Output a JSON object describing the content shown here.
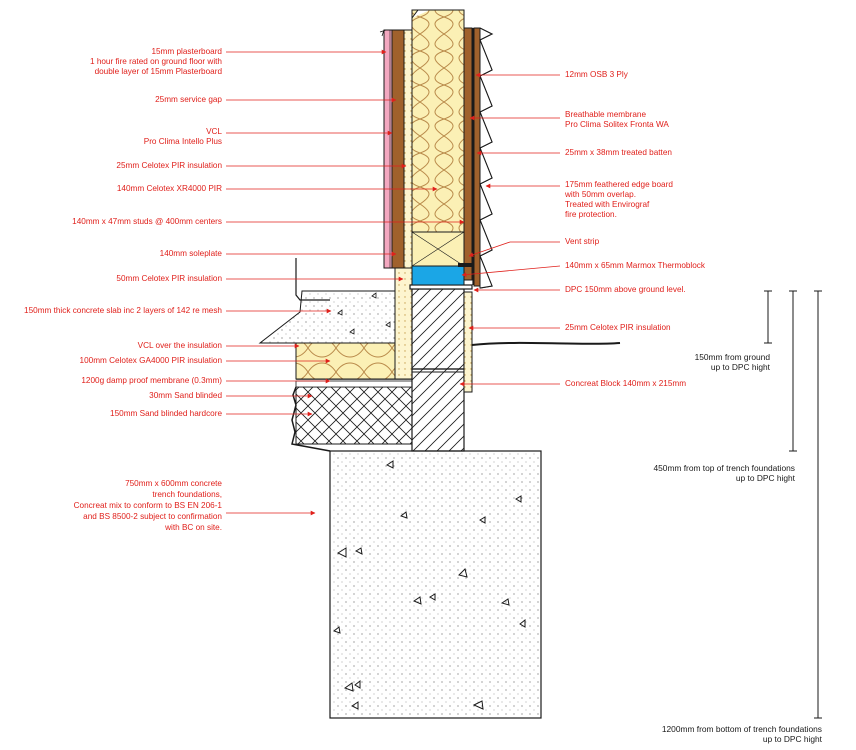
{
  "labels_left": [
    {
      "id": "plasterboard",
      "lines": [
        "15mm plasterboard",
        "1 hour fire rated on ground floor with",
        "double layer of 15mm Plasterboard"
      ]
    },
    {
      "id": "service_gap",
      "lines": [
        "25mm service gap"
      ]
    },
    {
      "id": "vcl",
      "lines": [
        "VCL",
        "Pro Clima Intello Plus"
      ]
    },
    {
      "id": "celotex_25_wall",
      "lines": [
        "25mm Celotex PIR insulation"
      ]
    },
    {
      "id": "celotex_xr4000",
      "lines": [
        "140mm Celotex XR4000 PIR"
      ]
    },
    {
      "id": "studs",
      "lines": [
        "140mm x 47mm studs @ 400mm centers"
      ]
    },
    {
      "id": "soleplate",
      "lines": [
        "140mm soleplate"
      ]
    },
    {
      "id": "celotex_50",
      "lines": [
        "50mm Celotex PIR insulation"
      ]
    },
    {
      "id": "slab",
      "lines": [
        "150mm thick concrete slab inc 2 layers of 142 re mesh"
      ]
    },
    {
      "id": "vcl_over",
      "lines": [
        "VCL over the insulation"
      ]
    },
    {
      "id": "celotex_ga4000",
      "lines": [
        "100mm Celotex GA4000 PIR insulation"
      ]
    },
    {
      "id": "dpm",
      "lines": [
        "1200g damp proof membrane (0.3mm)"
      ]
    },
    {
      "id": "sand_30",
      "lines": [
        "30mm Sand blinded"
      ]
    },
    {
      "id": "hardcore",
      "lines": [
        "150mm Sand blinded hardcore"
      ]
    },
    {
      "id": "foundations",
      "lines": [
        "750mm x 600mm concrete",
        "trench foundations,",
        "Concreat mix to conform to BS EN 206-1",
        "and BS 8500-2 subject to confirmation",
        "with BC on site."
      ]
    }
  ],
  "labels_right": [
    {
      "id": "osb",
      "lines": [
        "12mm OSB 3 Ply"
      ]
    },
    {
      "id": "membrane",
      "lines": [
        "Breathable membrane",
        "Pro Clima Solitex Fronta WA"
      ]
    },
    {
      "id": "batten",
      "lines": [
        "25mm x 38mm treated batten"
      ]
    },
    {
      "id": "featheredge",
      "lines": [
        "175mm feathered edge board",
        "with 50mm overlap.",
        "Treated with Envirograf",
        "fire protection."
      ]
    },
    {
      "id": "vent",
      "lines": [
        "Vent strip"
      ]
    },
    {
      "id": "marmox",
      "lines": [
        "140mm x 65mm Marmox Thermoblock"
      ]
    },
    {
      "id": "dpc",
      "lines": [
        "DPC 150mm above ground level."
      ]
    },
    {
      "id": "celotex_25_ext",
      "lines": [
        "25mm Celotex PIR insulation"
      ]
    },
    {
      "id": "block",
      "lines": [
        "Concreat Block 140mm x 215mm"
      ]
    }
  ],
  "dimensions": [
    {
      "id": "dim_150",
      "lines": [
        "150mm from ground",
        "up to DPC hight"
      ]
    },
    {
      "id": "dim_450",
      "lines": [
        "450mm from top of trench foundations",
        "up to DPC hight"
      ]
    },
    {
      "id": "dim_1200",
      "lines": [
        "1200mm from  bottom of trench foundations",
        "up to DPC hight"
      ]
    }
  ],
  "colors": {
    "annotation_red": "#e0201b",
    "timber_brown": "#a0612c",
    "insulation_yellow": "#fbf0b5",
    "marmox_blue": "#1ba6e6",
    "plasterboard_pink": "#f3a8c0",
    "line_black": "#1a1a1a"
  }
}
